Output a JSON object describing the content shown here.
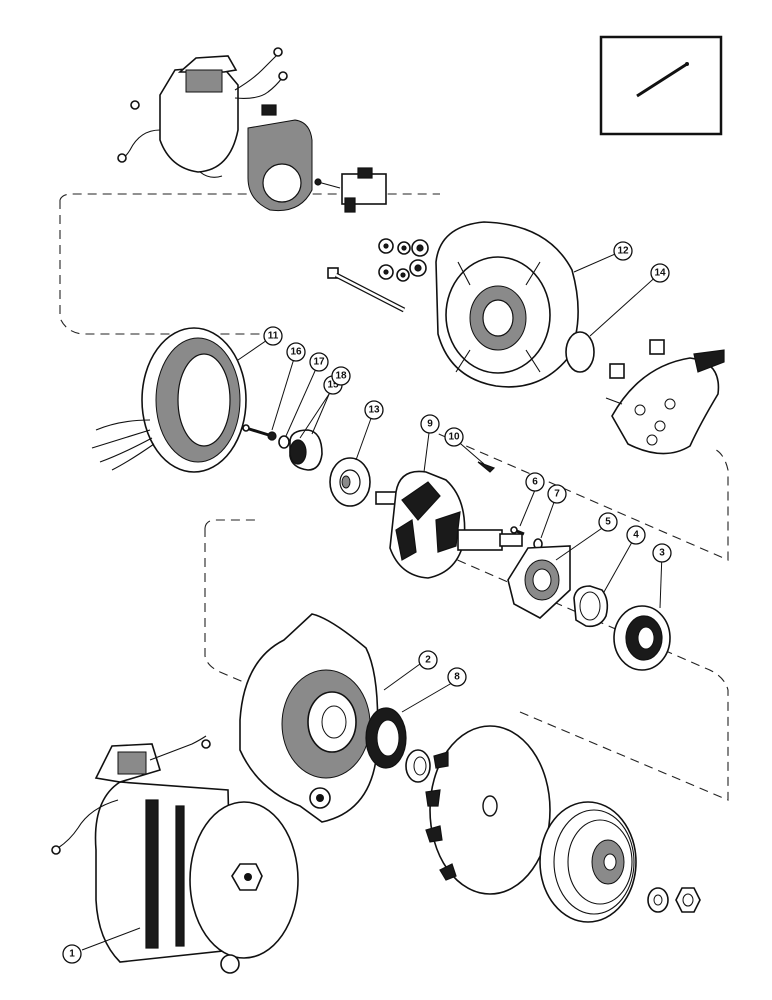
{
  "figure": {
    "type": "exploded parts diagram",
    "callouts": [
      {
        "id": "c1",
        "label": "1"
      },
      {
        "id": "c2",
        "label": "2"
      },
      {
        "id": "c3",
        "label": "3"
      },
      {
        "id": "c4",
        "label": "4"
      },
      {
        "id": "c5",
        "label": "5"
      },
      {
        "id": "c6",
        "label": "6"
      },
      {
        "id": "c7",
        "label": "7"
      },
      {
        "id": "c8",
        "label": "8"
      },
      {
        "id": "c9",
        "label": "9"
      },
      {
        "id": "c10",
        "label": "10"
      },
      {
        "id": "c11",
        "label": "11"
      },
      {
        "id": "c12",
        "label": "12"
      },
      {
        "id": "c13",
        "label": "13"
      },
      {
        "id": "c14",
        "label": "14"
      },
      {
        "id": "c15",
        "label": "15"
      },
      {
        "id": "c16",
        "label": "16"
      },
      {
        "id": "c17",
        "label": "17"
      },
      {
        "id": "c18",
        "label": "18"
      }
    ]
  }
}
